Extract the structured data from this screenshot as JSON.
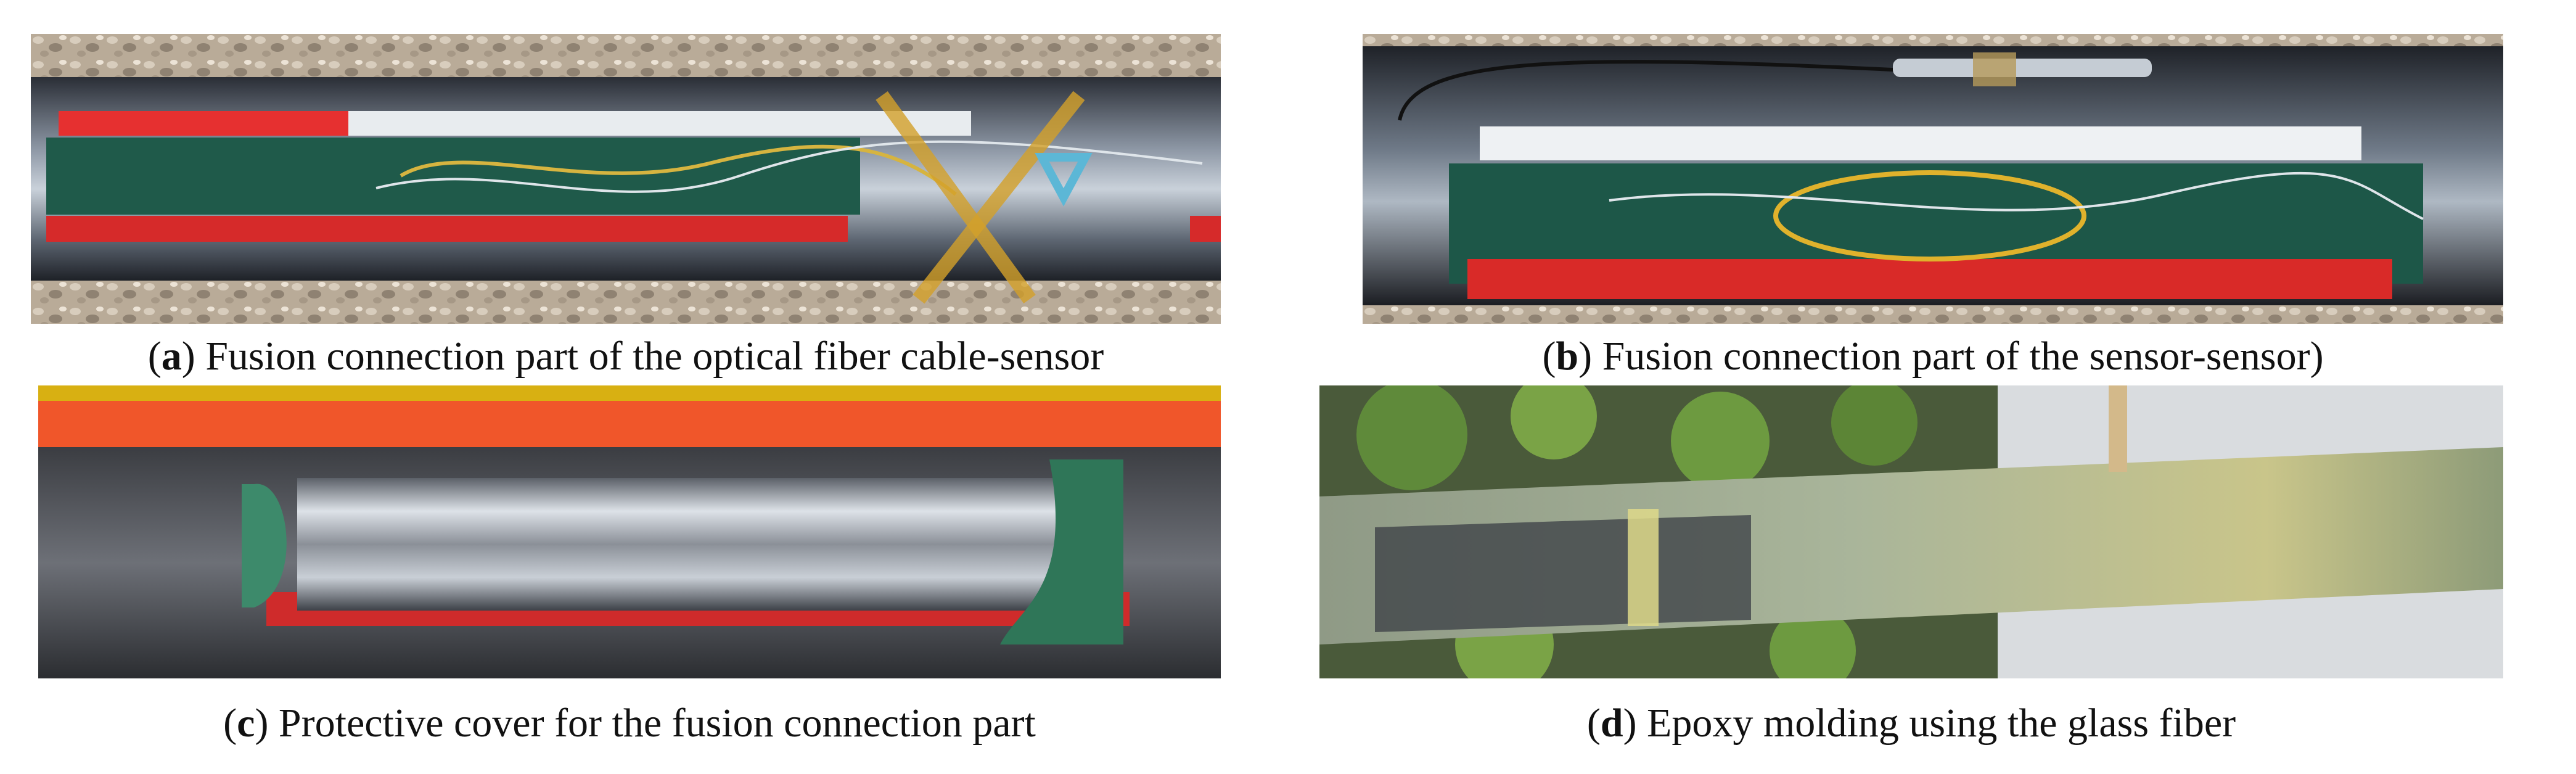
{
  "figure": {
    "panels": [
      {
        "letter": "a",
        "caption": "Fusion connection part of the optical fiber cable-sensor"
      },
      {
        "letter": "b",
        "caption": "Fusion connection part of the sensor-sensor)"
      },
      {
        "letter": "c",
        "caption": "Protective cover for the fusion connection part"
      },
      {
        "letter": "d",
        "caption": "Epoxy molding using the glass fiber"
      }
    ]
  }
}
